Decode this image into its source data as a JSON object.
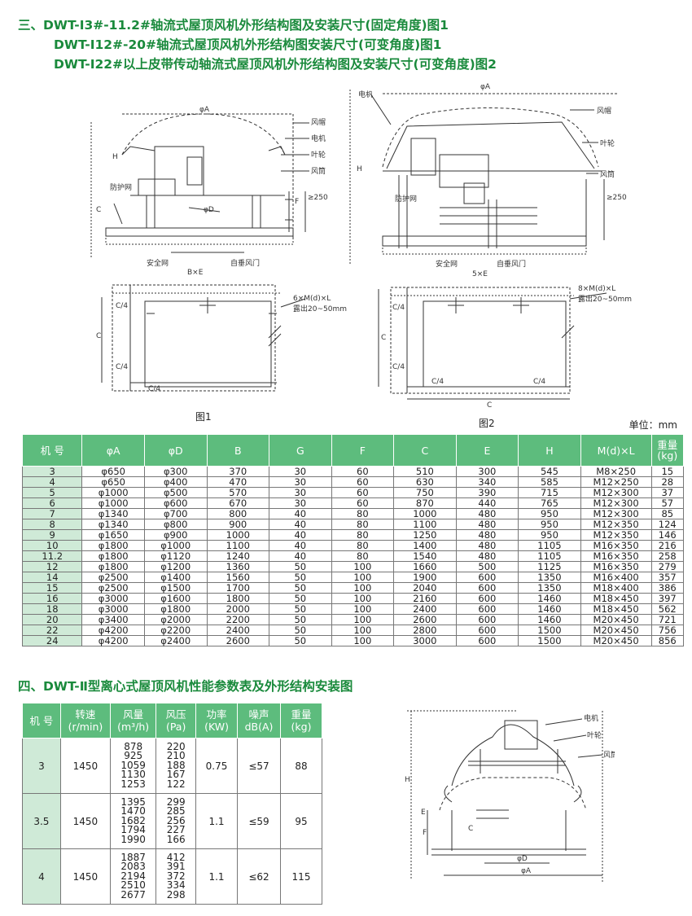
{
  "headings": {
    "h3_line1": "三、DWT-Ⅰ3#-11.2#轴流式屋顶风机外形结构图及安装尺寸(固定角度)图1",
    "h3_line2": "DWT-Ⅰ12#-20#轴流式屋顶风机外形结构图安装尺寸(可变角度)图1",
    "h3_line3": "DWT-Ⅰ22#以上皮带传动轴流式屋顶风机外形结构图及安装尺寸(可变角度)图2",
    "h4": "四、DWT-Ⅱ型离心式屋顶风机性能参数表及外形结构安装图"
  },
  "figures": {
    "fig1_caption": "图1",
    "fig2_caption": "图2",
    "unit": "单位：mm",
    "fig1_labels": {
      "phiA": "φA",
      "hood": "风帽",
      "motor": "电机",
      "impeller": "叶轮",
      "duct": "风筒",
      "guard": "防护网",
      "safety": "安全网",
      "outlet": "自垂风门",
      "BxE": "B×E",
      "phiD": "φD",
      "F": "F",
      "C": "C",
      "H": "H",
      "h250": "≥250",
      "bolt": "6×M(d)×L",
      "bolt2": "露出20~50mm",
      "C4a": "C/4",
      "C4b": "C/4",
      "C4c": "C/4",
      "Cside": "C"
    },
    "fig2_labels": {
      "phiA": "φA",
      "motor": "电机",
      "hood": "风帽",
      "impeller": "叶轮",
      "duct": "风筒",
      "guard": "防护网",
      "safety": "安全网",
      "outlet": "自垂风门",
      "SxE": "5×E",
      "H": "H",
      "h250": "≥250",
      "bolt": "8×M(d)×L",
      "bolt2": "露出20~50mm",
      "C4a": "C/4",
      "C4b": "C/4",
      "C4c": "C/4",
      "C4d": "C/4",
      "Cside": "C",
      "Cbottom": "C"
    },
    "fig3_labels": {
      "motor": "电机",
      "impeller": "叶轮",
      "duct": "风筒",
      "H": "H",
      "E": "E",
      "F": "F",
      "C": "C",
      "phiD": "φD",
      "phiA": "φA"
    }
  },
  "table1": {
    "headers": [
      "机 号",
      "φA",
      "φD",
      "B",
      "G",
      "F",
      "C",
      "E",
      "H",
      "M(d)×L",
      "重量\n(kg)"
    ],
    "rows": [
      [
        "3",
        "φ650",
        "φ300",
        "370",
        "30",
        "60",
        "510",
        "300",
        "545",
        "M8×250",
        "15"
      ],
      [
        "4",
        "φ650",
        "φ400",
        "470",
        "30",
        "60",
        "630",
        "340",
        "585",
        "M12×250",
        "28"
      ],
      [
        "5",
        "φ1000",
        "φ500",
        "570",
        "30",
        "60",
        "750",
        "390",
        "715",
        "M12×300",
        "37"
      ],
      [
        "6",
        "φ1000",
        "φ600",
        "670",
        "30",
        "60",
        "870",
        "440",
        "765",
        "M12×300",
        "57"
      ],
      [
        "7",
        "φ1340",
        "φ700",
        "800",
        "40",
        "80",
        "1000",
        "480",
        "950",
        "M12×300",
        "85"
      ],
      [
        "8",
        "φ1340",
        "φ800",
        "900",
        "40",
        "80",
        "1100",
        "480",
        "950",
        "M12×350",
        "124"
      ],
      [
        "9",
        "φ1650",
        "φ900",
        "1000",
        "40",
        "80",
        "1250",
        "480",
        "950",
        "M12×350",
        "146"
      ],
      [
        "10",
        "φ1800",
        "φ1000",
        "1100",
        "40",
        "80",
        "1400",
        "480",
        "1105",
        "M16×350",
        "216"
      ],
      [
        "11.2",
        "φ1800",
        "φ1120",
        "1240",
        "40",
        "80",
        "1540",
        "480",
        "1105",
        "M16×350",
        "258"
      ],
      [
        "12",
        "φ1800",
        "φ1200",
        "1360",
        "50",
        "100",
        "1660",
        "500",
        "1125",
        "M16×350",
        "279"
      ],
      [
        "14",
        "φ2500",
        "φ1400",
        "1560",
        "50",
        "100",
        "1900",
        "600",
        "1350",
        "M16×400",
        "357"
      ],
      [
        "15",
        "φ2500",
        "φ1500",
        "1700",
        "50",
        "100",
        "2040",
        "600",
        "1350",
        "M18×400",
        "386"
      ],
      [
        "16",
        "φ3000",
        "φ1600",
        "1800",
        "50",
        "100",
        "2160",
        "600",
        "1460",
        "M18×450",
        "397"
      ],
      [
        "18",
        "φ3000",
        "φ1800",
        "2000",
        "50",
        "100",
        "2400",
        "600",
        "1460",
        "M18×450",
        "562"
      ],
      [
        "20",
        "φ3400",
        "φ2000",
        "2200",
        "50",
        "100",
        "2600",
        "600",
        "1460",
        "M20×450",
        "721"
      ],
      [
        "22",
        "φ4200",
        "φ2200",
        "2400",
        "50",
        "100",
        "2800",
        "600",
        "1500",
        "M20×450",
        "756"
      ],
      [
        "24",
        "φ4200",
        "φ2400",
        "2600",
        "50",
        "100",
        "3000",
        "600",
        "1500",
        "M20×450",
        "856"
      ]
    ]
  },
  "table2": {
    "headers": [
      {
        "l1": "机 号",
        "l2": ""
      },
      {
        "l1": "转速",
        "l2": "(r/min)"
      },
      {
        "l1": "风量",
        "l2": "(m³/h)"
      },
      {
        "l1": "风压",
        "l2": "(Pa)"
      },
      {
        "l1": "功率",
        "l2": "(KW)"
      },
      {
        "l1": "噪声",
        "l2": "dB(A)"
      },
      {
        "l1": "重量",
        "l2": "(kg)"
      }
    ],
    "rows": [
      {
        "no": "3",
        "speed": "1450",
        "flow": [
          "878",
          "925",
          "1059",
          "1130",
          "1253"
        ],
        "pressure": [
          "220",
          "210",
          "188",
          "167",
          "122"
        ],
        "power": "0.75",
        "noise": "≤57",
        "weight": "88"
      },
      {
        "no": "3.5",
        "speed": "1450",
        "flow": [
          "1395",
          "1470",
          "1682",
          "1794",
          "1990"
        ],
        "pressure": [
          "299",
          "285",
          "256",
          "227",
          "166"
        ],
        "power": "1.1",
        "noise": "≤59",
        "weight": "95"
      },
      {
        "no": "4",
        "speed": "1450",
        "flow": [
          "1887",
          "2083",
          "2194",
          "2510",
          "2677"
        ],
        "pressure": [
          "412",
          "391",
          "372",
          "334",
          "298"
        ],
        "power": "1.1",
        "noise": "≤62",
        "weight": "115"
      }
    ]
  }
}
